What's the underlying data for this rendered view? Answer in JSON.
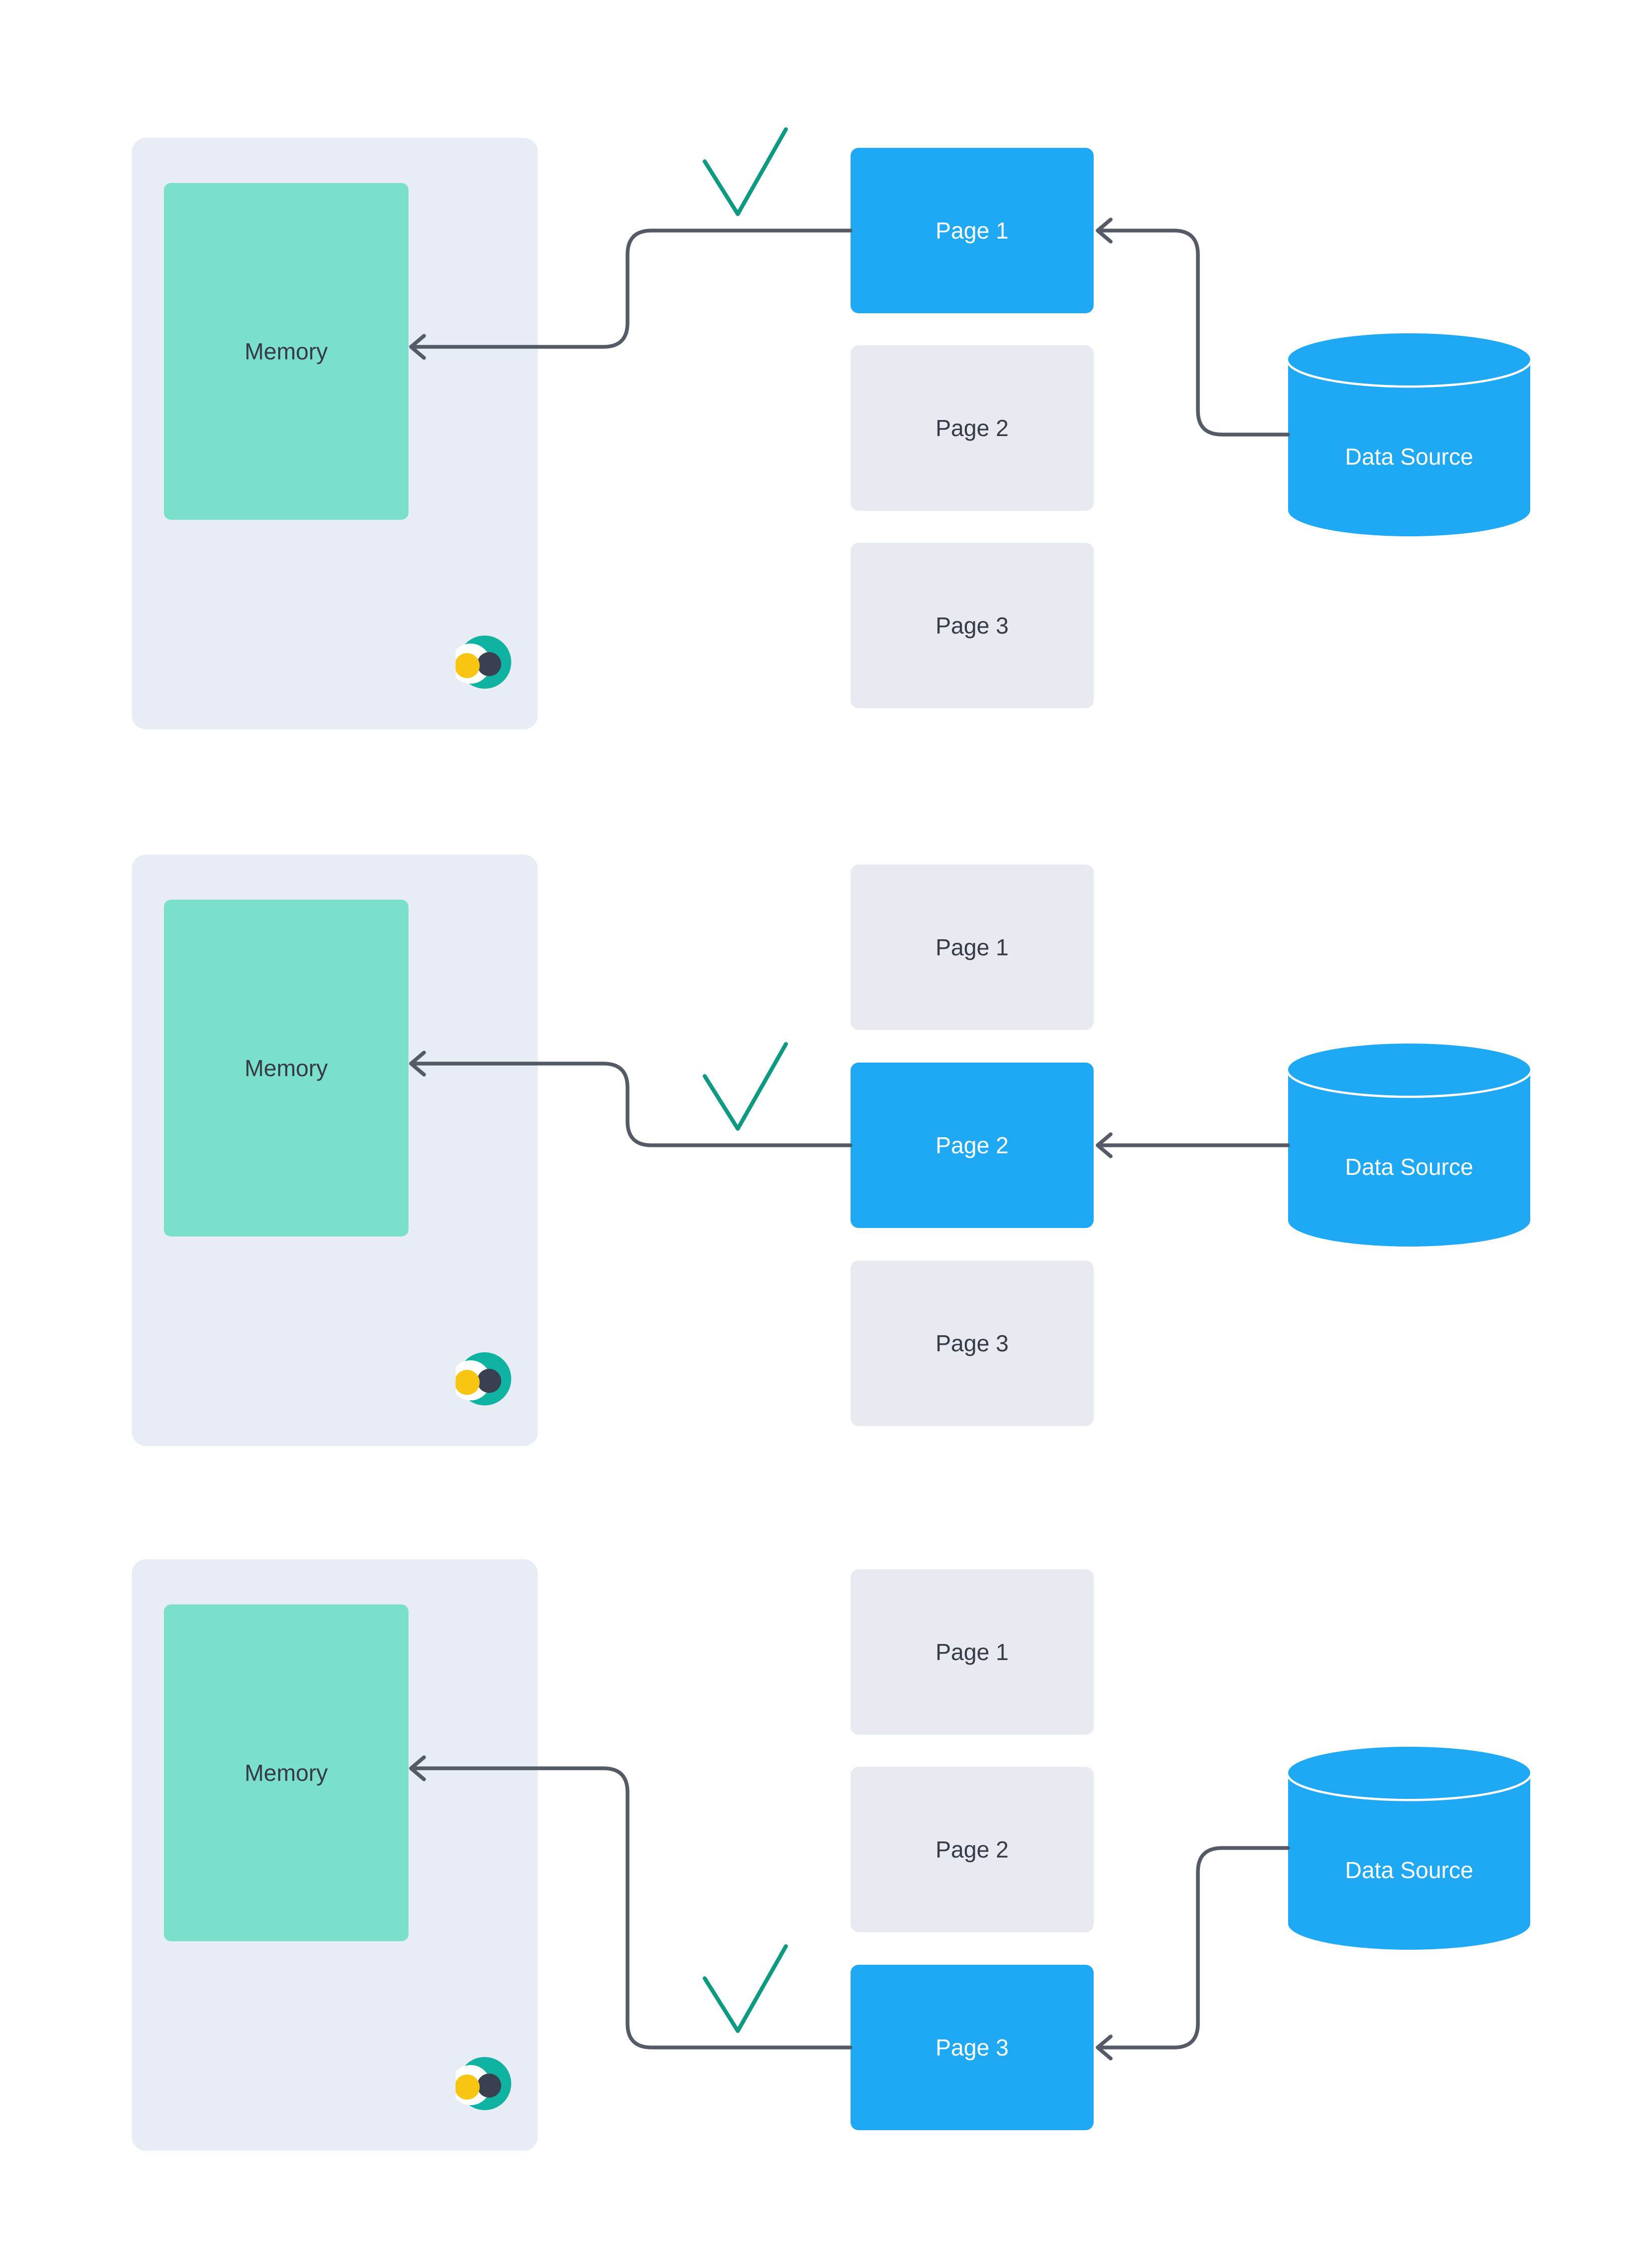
{
  "colors": {
    "page_active_bg": "#1FA8F4",
    "page_bg": "#E7EAF1",
    "panel_bg": "#E8ECF4",
    "memory_bg": "#7BE0CB",
    "arrow": "#545A66",
    "check": "#0E9A81",
    "cylinder_bg": "#1FA8F4",
    "text_dark": "#363B44",
    "logo_teal": "#10B3A2",
    "logo_dark": "#3A4050",
    "logo_yellow": "#F9C513"
  },
  "icons": {
    "checkmark": "teal check mark over the active page",
    "data_source_shape": "database-cylinder",
    "arrowhead": "left-pointing chevron",
    "logo": "eclipse logo (yellow circle, dark circle, teal crescent)"
  },
  "sections": [
    {
      "memory_label": "Memory",
      "data_source_label": "Data Source",
      "active_page": "Page 1",
      "pages": [
        {
          "label": "Page 1",
          "active": true
        },
        {
          "label": "Page 2",
          "active": false
        },
        {
          "label": "Page 3",
          "active": false
        }
      ]
    },
    {
      "memory_label": "Memory",
      "data_source_label": "Data Source",
      "active_page": "Page 2",
      "pages": [
        {
          "label": "Page 1",
          "active": false
        },
        {
          "label": "Page 2",
          "active": true
        },
        {
          "label": "Page 3",
          "active": false
        }
      ]
    },
    {
      "memory_label": "Memory",
      "data_source_label": "Data Source",
      "active_page": "Page 3",
      "pages": [
        {
          "label": "Page 1",
          "active": false
        },
        {
          "label": "Page 2",
          "active": false
        },
        {
          "label": "Page 3",
          "active": true
        }
      ]
    }
  ]
}
